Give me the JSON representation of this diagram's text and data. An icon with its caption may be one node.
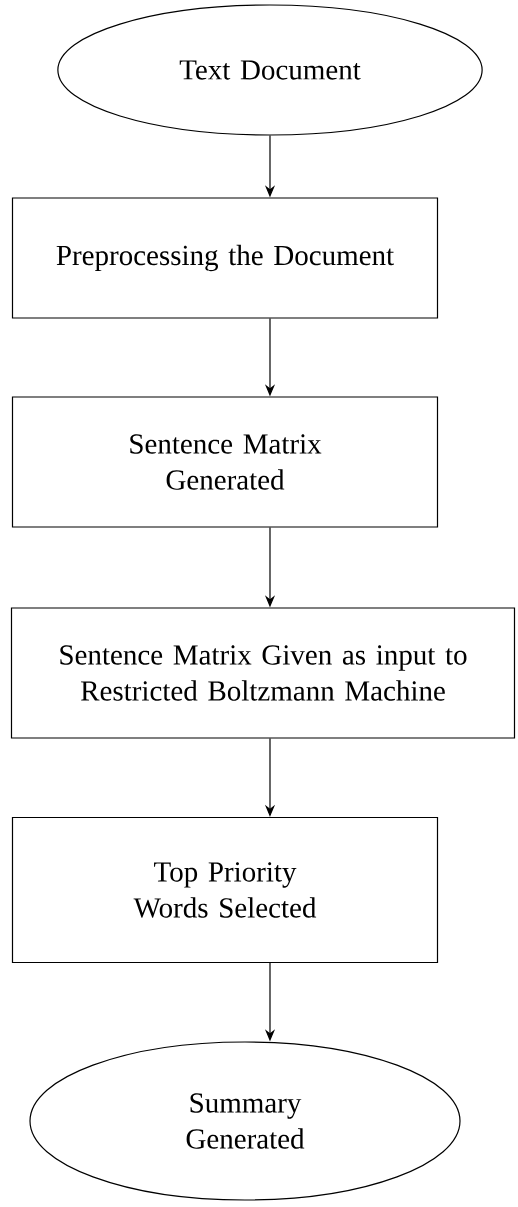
{
  "diagram": {
    "nodes": [
      {
        "text": [
          "Text Document"
        ]
      },
      {
        "text": [
          "Preprocessing the Document"
        ]
      },
      {
        "text": [
          "Sentence Matrix Generated"
        ]
      },
      {
        "text": [
          "Sentence Matrix Given as input to Restricted Boltzmann Machine"
        ]
      },
      {
        "text": [
          "Top Priority Words Selected"
        ]
      },
      {
        "text": [
          "Summary Generated"
        ]
      }
    ],
    "edges": [
      {
        "from": 0,
        "to": 1,
        "arrow": "to"
      },
      {
        "from": 1,
        "to": 2,
        "arrow": "to"
      },
      {
        "from": 2,
        "to": 3,
        "arrow": "to"
      },
      {
        "from": 3,
        "to": 4,
        "arrow": "to"
      },
      {
        "from": 4,
        "to": 5,
        "arrow": "to"
      }
    ]
  }
}
